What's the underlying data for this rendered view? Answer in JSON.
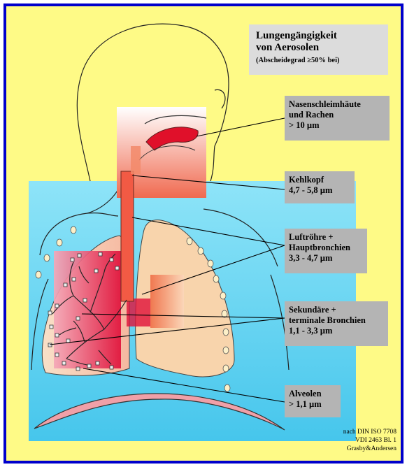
{
  "title": {
    "line1": "Lungengängigkeit",
    "line2": "von Aerosolen",
    "subtitle": "(Abscheidegrad  ≥50% bei)"
  },
  "labels": [
    {
      "id": "nasal",
      "lines": [
        "Nasenschleimhäute",
        "und Rachen",
        "> 10 µm"
      ]
    },
    {
      "id": "larynx",
      "lines": [
        "Kehlkopf",
        "4,7 - 5,8 µm"
      ]
    },
    {
      "id": "trachea",
      "lines": [
        "Luftröhre +",
        "Hauptbronchien",
        "3,3 - 4,7 µm"
      ]
    },
    {
      "id": "bronchi",
      "lines": [
        "Sekundäre +",
        "terminale Bronchien",
        "1,1 - 3,3 µm"
      ]
    },
    {
      "id": "alveoli",
      "lines": [
        "Alveolen",
        "> 1,1 µm"
      ]
    }
  ],
  "source": [
    "nach DIN ISO 7708",
    "VDI 2463 Bl. 1",
    "Grasby&Andersen"
  ],
  "colors": {
    "frame_border": "#0000cc",
    "background": "#fefa86",
    "body_panel": "#63d3f0",
    "label_box": "#b4b4b4",
    "title_box": "#dcdcdc",
    "mouth_red": "#e0102a",
    "lung_right": "#f8d4ac",
    "lung_left": "#f5c5b0",
    "diaphragm": "#f0a0a8"
  }
}
